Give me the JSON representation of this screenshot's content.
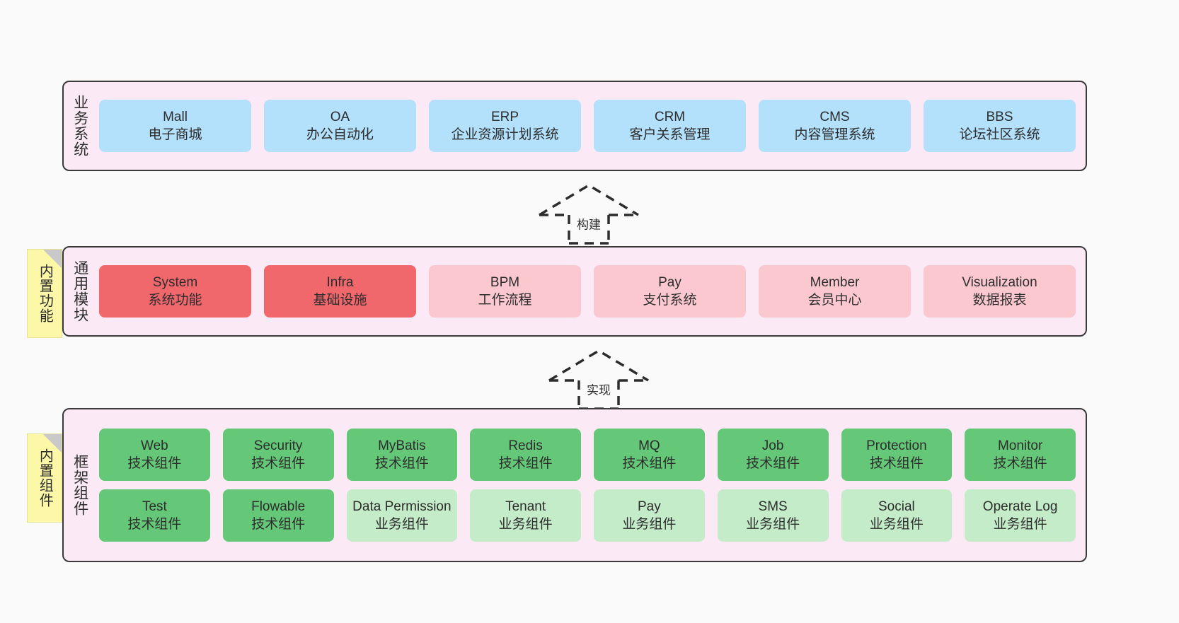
{
  "diagram": {
    "background": "#fafafa",
    "panel_bg": "#fbeaf5",
    "panel_border": "#3a3a3a",
    "note_bg": "#fcf8a8",
    "colors": {
      "blue": "#b3e0fb",
      "red": "#f0676c",
      "pink": "#fbc8d0",
      "green": "#64c878",
      "light_green": "#c4ecc9"
    }
  },
  "layers": [
    {
      "id": "business-systems",
      "label": "业务系统",
      "rows": [
        [
          {
            "title": "Mall",
            "sub": "电子商城",
            "color": "blue"
          },
          {
            "title": "OA",
            "sub": "办公自动化",
            "color": "blue"
          },
          {
            "title": "ERP",
            "sub": "企业资源计划系统",
            "color": "blue"
          },
          {
            "title": "CRM",
            "sub": "客户关系管理",
            "color": "blue"
          },
          {
            "title": "CMS",
            "sub": "内容管理系统",
            "color": "blue"
          },
          {
            "title": "BBS",
            "sub": "论坛社区系统",
            "color": "blue"
          }
        ]
      ]
    },
    {
      "id": "common-modules",
      "label": "通用模块",
      "note": "内置功能",
      "rows": [
        [
          {
            "title": "System",
            "sub": "系统功能",
            "color": "red"
          },
          {
            "title": "Infra",
            "sub": "基础设施",
            "color": "red"
          },
          {
            "title": "BPM",
            "sub": "工作流程",
            "color": "pink"
          },
          {
            "title": "Pay",
            "sub": "支付系统",
            "color": "pink"
          },
          {
            "title": "Member",
            "sub": "会员中心",
            "color": "pink"
          },
          {
            "title": "Visualization",
            "sub": "数据报表",
            "color": "pink"
          }
        ]
      ]
    },
    {
      "id": "framework-components",
      "label": "框架组件",
      "note": "内置组件",
      "rows": [
        [
          {
            "title": "Web",
            "sub": "技术组件",
            "color": "green"
          },
          {
            "title": "Security",
            "sub": "技术组件",
            "color": "green"
          },
          {
            "title": "MyBatis",
            "sub": "技术组件",
            "color": "green"
          },
          {
            "title": "Redis",
            "sub": "技术组件",
            "color": "green"
          },
          {
            "title": "MQ",
            "sub": "技术组件",
            "color": "green"
          },
          {
            "title": "Job",
            "sub": "技术组件",
            "color": "green"
          },
          {
            "title": "Protection",
            "sub": "技术组件",
            "color": "green"
          },
          {
            "title": "Monitor",
            "sub": "技术组件",
            "color": "green"
          }
        ],
        [
          {
            "title": "Test",
            "sub": "技术组件",
            "color": "green"
          },
          {
            "title": "Flowable",
            "sub": "技术组件",
            "color": "green"
          },
          {
            "title": "Data Permission",
            "sub": "业务组件",
            "color": "light_green"
          },
          {
            "title": "Tenant",
            "sub": "业务组件",
            "color": "light_green"
          },
          {
            "title": "Pay",
            "sub": "业务组件",
            "color": "light_green"
          },
          {
            "title": "SMS",
            "sub": "业务组件",
            "color": "light_green"
          },
          {
            "title": "Social",
            "sub": "业务组件",
            "color": "light_green"
          },
          {
            "title": "Operate Log",
            "sub": "业务组件",
            "color": "light_green"
          }
        ]
      ]
    }
  ],
  "connectors": [
    {
      "id": "build",
      "label": "构建",
      "from": "common-modules",
      "to": "business-systems"
    },
    {
      "id": "implement",
      "label": "实现",
      "from": "framework-components",
      "to": "common-modules"
    }
  ]
}
